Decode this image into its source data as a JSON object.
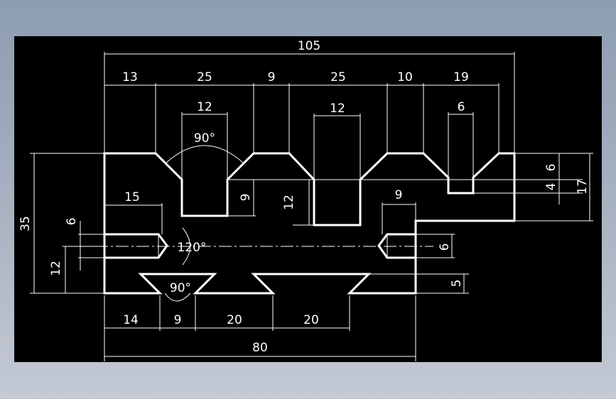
{
  "dimensions": {
    "overall_width": "105",
    "top_13": "13",
    "top_25a": "25",
    "top_9": "9",
    "top_25b": "25",
    "top_10": "10",
    "top_19": "19",
    "slot_12a": "12",
    "slot_12b": "12",
    "slot_6": "6",
    "angle_90_top": "90°",
    "depth_9": "9",
    "depth_12": "12",
    "right_step_9": "9",
    "hole_depth_15": "15",
    "left_6": "6",
    "height_35": "35",
    "height_12": "12",
    "cone_120": "120°",
    "right_6": "6",
    "right_4": "4",
    "right_6b": "6",
    "right_17": "17",
    "right_5": "5",
    "angle_90_bottom": "90°",
    "bottom_14": "14",
    "bottom_9": "9",
    "bottom_20a": "20",
    "bottom_20b": "20",
    "overall_80": "80"
  }
}
